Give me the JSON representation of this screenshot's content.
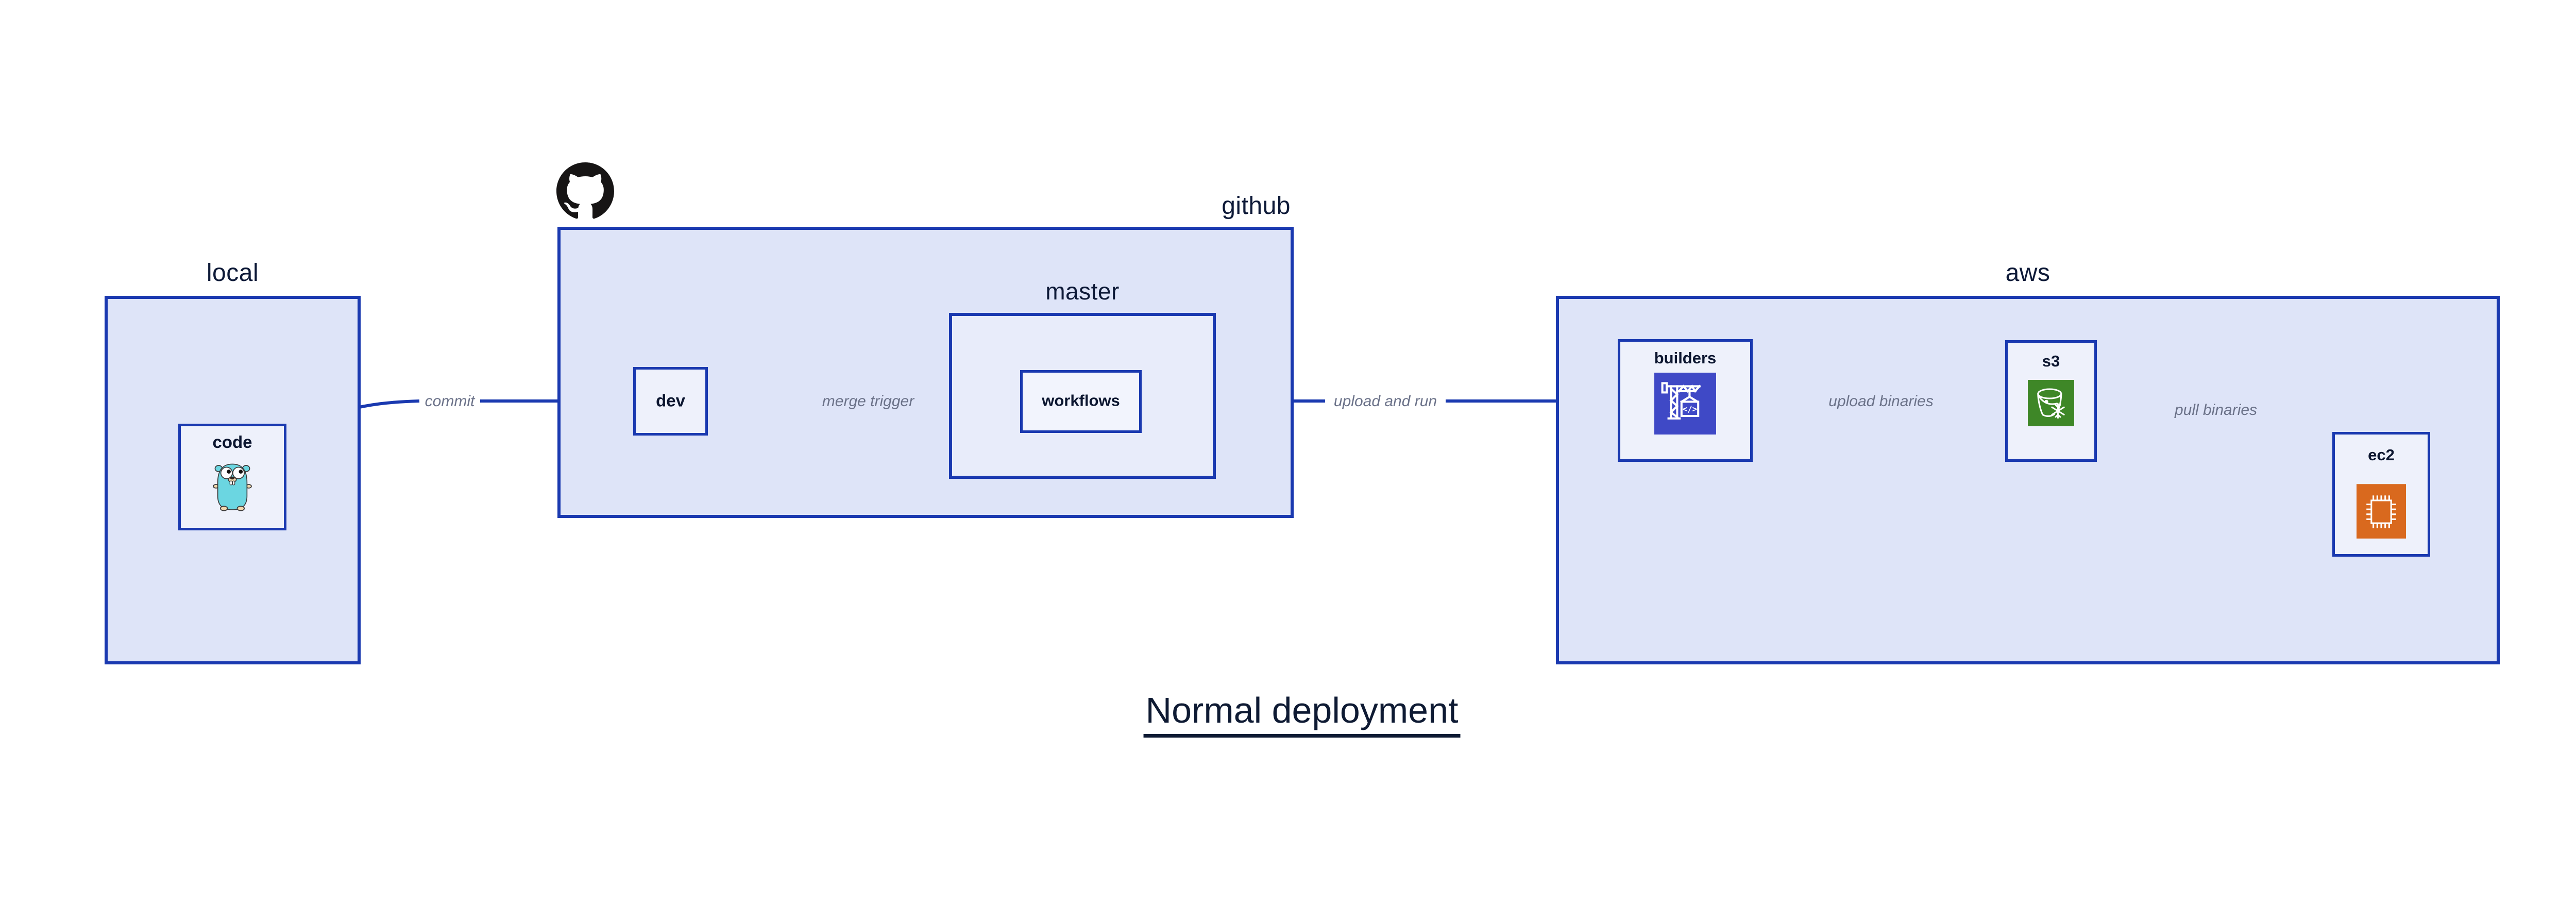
{
  "diagram": {
    "title": "Normal deployment",
    "containers": {
      "local": {
        "label": "local"
      },
      "github": {
        "label": "github"
      },
      "master": {
        "label": "master"
      },
      "aws": {
        "label": "aws"
      }
    },
    "nodes": {
      "code": {
        "label": "code",
        "icon": "go-gopher-icon"
      },
      "dev": {
        "label": "dev"
      },
      "workflows": {
        "label": "workflows"
      },
      "builders": {
        "label": "builders",
        "icon": "aws-codebuild-icon"
      },
      "s3": {
        "label": "s3",
        "icon": "aws-s3-glacier-icon"
      },
      "ec2": {
        "label": "ec2",
        "icon": "aws-ec2-icon"
      }
    },
    "edges": {
      "commit": {
        "label": "commit",
        "from": "code",
        "to": "dev"
      },
      "merge_trigger": {
        "label": "merge trigger",
        "from": "dev",
        "to": "workflows"
      },
      "upload_and_run": {
        "label": "upload and run",
        "from": "workflows",
        "to": "builders"
      },
      "upload_binaries": {
        "label": "upload binaries",
        "from": "builders",
        "to": "s3"
      },
      "pull_binaries": {
        "label": "pull binaries",
        "from": "s3",
        "to": "ec2"
      }
    },
    "icons": {
      "logo": "github-octocat-icon",
      "code_glyph": "</>"
    },
    "colors": {
      "stroke_blue": "#1a39b0",
      "container_fill": "#dee4f8",
      "master_fill": "#e8ecfa",
      "node_fill": "#eef1fb",
      "edge_label_gray": "#6b7289",
      "text_navy": "#0e1a38",
      "octocat_black": "#171515",
      "gopher_teal": "#6bd6e1",
      "codebuild_indigo": "#3f49c6",
      "s3_green": "#3e8727",
      "ec2_orange": "#d9691e"
    }
  }
}
